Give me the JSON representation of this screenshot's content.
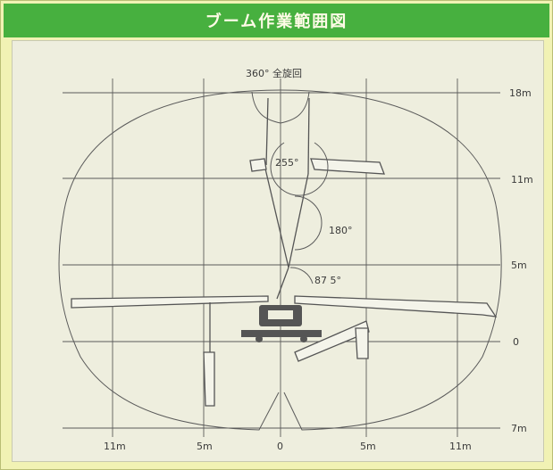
{
  "title": "ブーム作業範囲図",
  "diagram": {
    "rotation_label": "360° 全旋回",
    "angles": [
      {
        "name": "angle-255",
        "text": "255°"
      },
      {
        "name": "angle-180",
        "text": "180°"
      },
      {
        "name": "angle-87-5",
        "text": "87 5°"
      }
    ],
    "height_labels": [
      "18m",
      "11m",
      "5m",
      "0",
      "7m"
    ],
    "horizontal_labels": [
      "11m",
      "5m",
      "0",
      "5m",
      "11m"
    ]
  },
  "colors": {
    "title_bar": "#47b03f",
    "frame": "#f1f2b4",
    "panel": "#eeeede",
    "lines": "#5a5a5a"
  }
}
